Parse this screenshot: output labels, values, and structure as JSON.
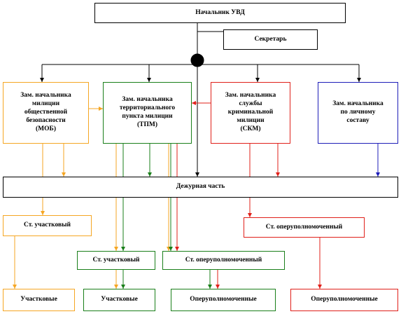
{
  "boxes": {
    "chief": "Начальник УВД",
    "secretary": "Секретарь",
    "dep_mob": "Зам. начальника\nмилиции\nобщественной\nбезопасности\n(МОБ)",
    "dep_tpm": "Зам. начальника\nтерриториального\nпункта милиции\n(ТПМ)",
    "dep_skm": "Зам. начальника\nслужбы\nкриминальной\nмилиции\n(СКМ)",
    "dep_personnel": "Зам. начальника\nпо личному\nсоставу",
    "duty": "Дежурная часть",
    "senior_district_left": "Ст. участковый",
    "senior_operative_right": "Ст. оперуполномоченный",
    "senior_district_mid": "Ст. участковый",
    "senior_operative_mid": "Ст. оперуполномоченный",
    "district_left": "Участковые",
    "district_mid": "Участковые",
    "operatives_mid": "Оперуполномоченные",
    "operatives_right": "Оперуполномоченные"
  },
  "colors": {
    "black": "#000000",
    "orange": "#f5a623",
    "green": "#1a7f1a",
    "red": "#e0201a",
    "blue": "#1d1db8"
  }
}
